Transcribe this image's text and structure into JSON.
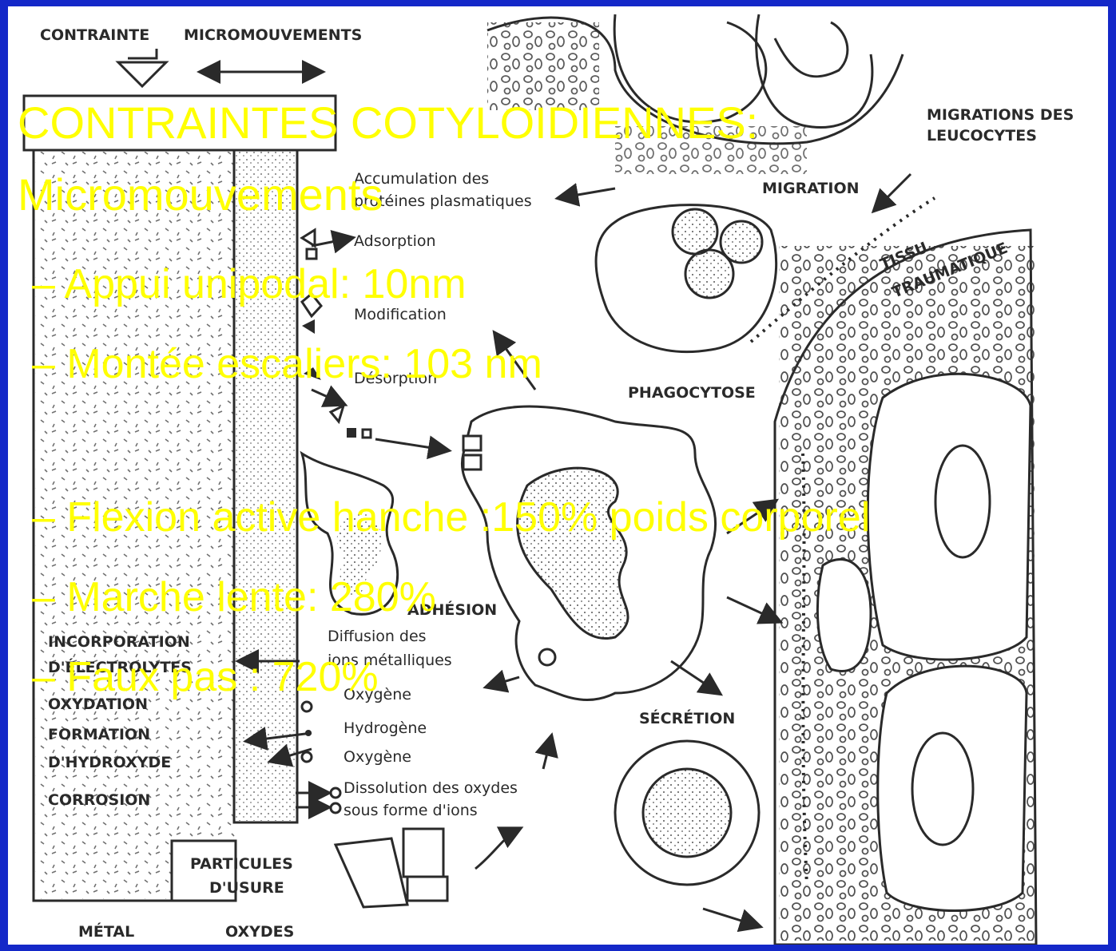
{
  "slide": {
    "title_line1": "CONTRAINTES COTYLOIDIENNES:",
    "title_line2": "Micromouvements",
    "bullets": [
      "– Appui unipodal: 10nm",
      "– Montée escaliers: 103 nm",
      "– Flexion active hanche :150% poids corporel",
      "– Marche lente: 280%",
      "– Faux pas : 720%"
    ],
    "colors": {
      "border": "#1428c8",
      "text": "#ffff00",
      "background": "#ffffff"
    }
  },
  "diagram": {
    "labels": {
      "contrainte": "CONTRAINTE",
      "micromouvements": "MICROMOUVEMENTS",
      "migrations_1": "MIGRATIONS DES",
      "migrations_2": "LEUCOCYTES",
      "accumulation_1": "Accumulation des",
      "accumulation_2": "protéines plasmatiques",
      "migration": "MIGRATION",
      "adsorption": "Adsorption",
      "tissu": "TISSU",
      "traumatique": "TRAUMATIQUE",
      "modification": "Modification",
      "desorption": "Désorption",
      "phagocytose": "PHAGOCYTOSE",
      "adhesion": "ADHÉSION",
      "incorporation": "INCORPORATION",
      "electrolytes": "D'ÉLECTROLYTES",
      "diffusion_1": "Diffusion des",
      "diffusion_2": "ions métalliques",
      "oxydation": "OXYDATION",
      "oxygene_1": "Oxygène",
      "formation": "FORMATION",
      "hydrogene": "Hydrogène",
      "hydroxyde": "D'HYDROXYDE",
      "oxygene_2": "Oxygène",
      "secretion": "SÉCRÉTION",
      "corrosion": "CORROSION",
      "dissolution_1": "Dissolution des oxydes",
      "dissolution_2": "sous forme d'ions",
      "particules_1": "PARTICULES",
      "particules_2": "D'USURE",
      "metal": "MÉTAL",
      "oxydes": "OXYDES"
    }
  }
}
